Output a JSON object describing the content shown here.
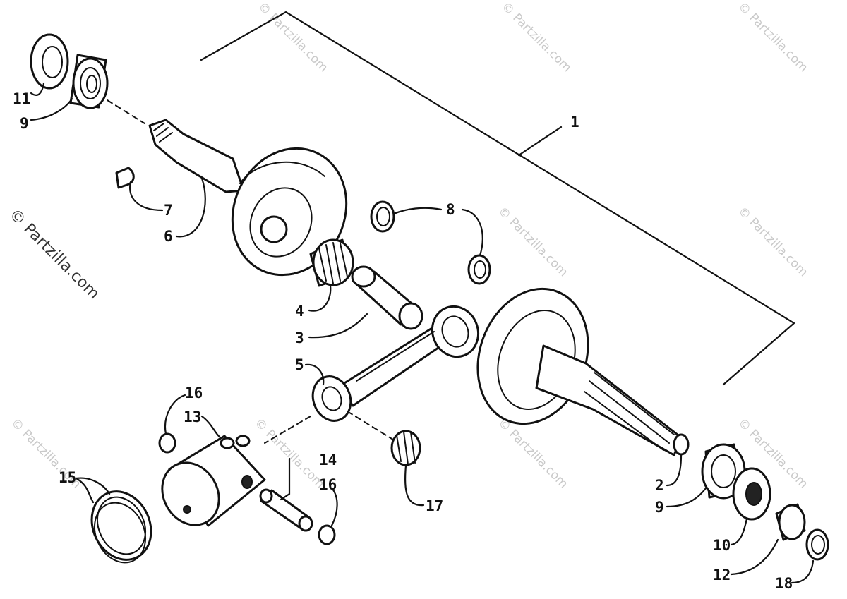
{
  "watermark": {
    "main": "© Partzilla.com",
    "repeat": "© Partzilla.com"
  },
  "callouts": {
    "p1": "1",
    "p2": "2",
    "p3": "3",
    "p4": "4",
    "p5": "5",
    "p6": "6",
    "p7": "7",
    "p8": "8",
    "p9a": "9",
    "p9b": "9",
    "p10": "10",
    "p11": "11",
    "p12": "12",
    "p13": "13",
    "p14": "14",
    "p15": "15",
    "p16a": "16",
    "p16b": "16",
    "p17": "17",
    "p18": "18"
  }
}
